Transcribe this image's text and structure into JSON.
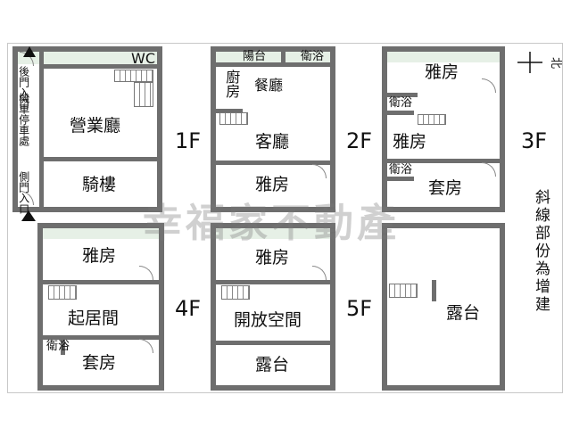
{
  "watermark": "幸福家不動產",
  "floors": {
    "f1": {
      "label": "1F",
      "rooms": {
        "wc": "WC",
        "back_entrance": "後門入口",
        "scooter_parking": "機車停車處",
        "side_entrance": "側門入口",
        "business_hall": "營業廳",
        "arcade": "騎樓"
      }
    },
    "f2": {
      "label": "2F",
      "rooms": {
        "balcony": "陽台",
        "bathroom": "衛浴",
        "kitchen": "廚房",
        "dining": "餐廳",
        "living": "客廳",
        "bedroom": "雅房"
      }
    },
    "f3": {
      "label": "3F",
      "rooms": {
        "bedroom_1": "雅房",
        "bathroom_1": "衛浴",
        "bedroom_2": "雅房",
        "bathroom_2": "衛浴",
        "suite": "套房"
      }
    },
    "f4": {
      "label": "4F",
      "rooms": {
        "bedroom": "雅房",
        "living": "起居間",
        "bathroom": "衛浴",
        "suite": "套房"
      }
    },
    "f5": {
      "label": "5F",
      "rooms": {
        "bedroom": "雅房",
        "open_space": "開放空間",
        "terrace": "露台"
      }
    },
    "roof": {
      "rooms": {
        "terrace": "露台"
      }
    }
  },
  "note": "斜線部份為增建",
  "compass": {
    "label": "北"
  }
}
